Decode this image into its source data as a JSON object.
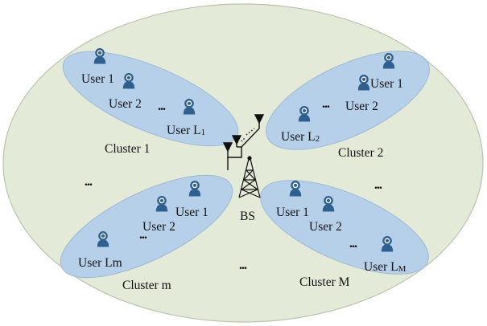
{
  "colors": {
    "cell_fill": "#e3ebd8",
    "cell_stroke": "#b9c4ae",
    "cluster_fill": "#b7d0ea",
    "cluster_stroke": "#9fb8d4",
    "user_icon": "#2f5f8f",
    "antenna": "#111111"
  },
  "base_station": {
    "label": "BS",
    "icon": "antenna-array-icon",
    "tower_icon": "lattice-tower-icon"
  },
  "user_icon_name": "user-person-icon",
  "ellipsis": "...",
  "clusters": [
    {
      "label": "Cluster 1",
      "users": [
        {
          "label": "User 1"
        },
        {
          "label": "User 2"
        },
        {
          "label": "User L",
          "sub": "1"
        }
      ]
    },
    {
      "label": "Cluster 2",
      "users": [
        {
          "label": "User 1"
        },
        {
          "label": "User 2"
        },
        {
          "label": "User L",
          "sub": "2"
        }
      ]
    },
    {
      "label": "Cluster m",
      "users": [
        {
          "label": "User 1"
        },
        {
          "label": "User 2"
        },
        {
          "label": "User Lm"
        }
      ]
    },
    {
      "label": "Cluster M",
      "users": [
        {
          "label": "User 1"
        },
        {
          "label": "User 2"
        },
        {
          "label": "User L",
          "sub": "M"
        }
      ]
    }
  ]
}
